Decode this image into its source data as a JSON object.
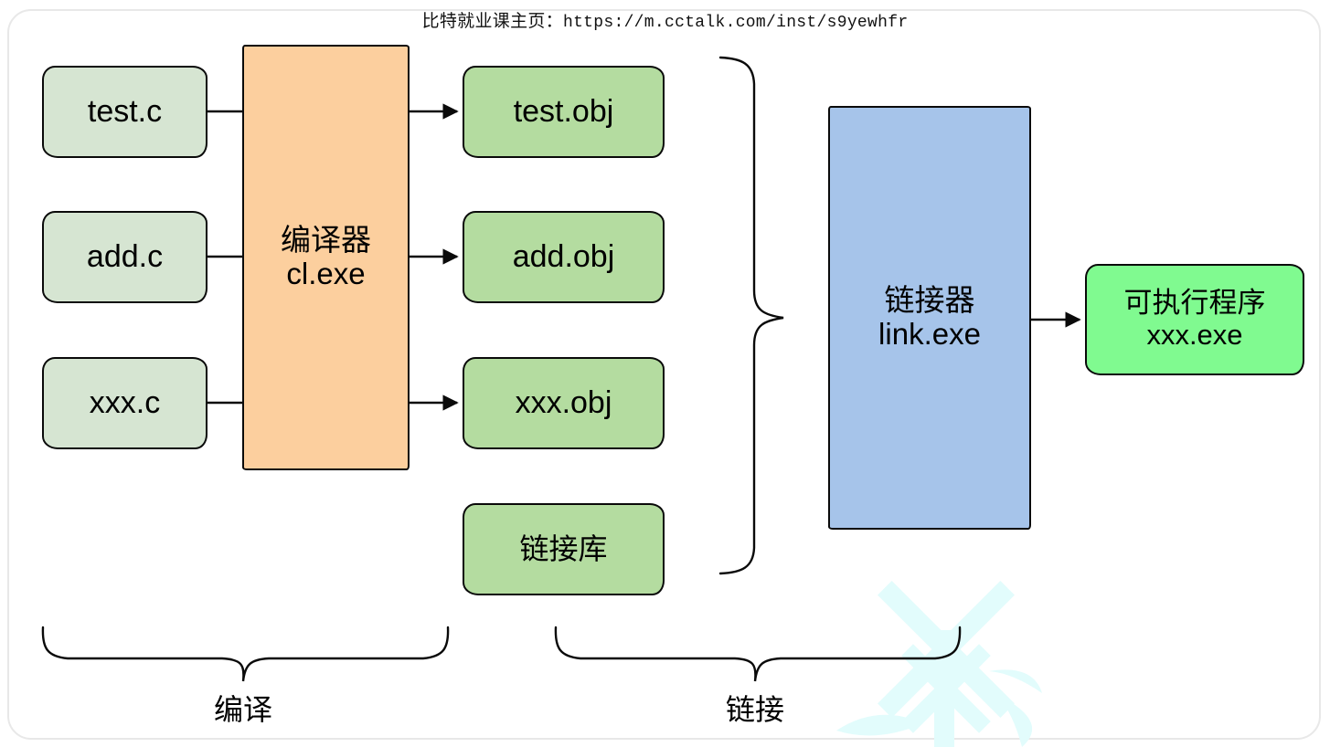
{
  "header": {
    "prefix": "比特就业课主页：",
    "url": "https://m.cctalk.com/inst/s9yewhfr",
    "full": "比特就业课主页：https://m.cctalk.com/inst/s9yewhfr"
  },
  "colors": {
    "source_fill": "#d6e5d2",
    "object_fill": "#b4dca0",
    "compiler_fill": "#fccf9e",
    "linker_fill": "#a6c4ea",
    "executable_fill": "#80fa90",
    "stroke": "#0a0a0a",
    "frame": "#e8e8e8",
    "watermark": "#e0fbfb",
    "background": "#ffffff"
  },
  "nodes": {
    "sources": [
      {
        "id": "test-c",
        "label": "test.c"
      },
      {
        "id": "add-c",
        "label": "add.c"
      },
      {
        "id": "xxx-c",
        "label": "xxx.c"
      }
    ],
    "compiler": {
      "id": "compiler",
      "label": "编译器\ncl.exe",
      "line1": "编译器",
      "line2": "cl.exe"
    },
    "objects": [
      {
        "id": "test-obj",
        "label": "test.obj"
      },
      {
        "id": "add-obj",
        "label": "add.obj"
      },
      {
        "id": "xxx-obj",
        "label": "xxx.obj"
      }
    ],
    "library": {
      "id": "link-library",
      "label": "链接库"
    },
    "linker": {
      "id": "linker",
      "label": "链接器\nlink.exe",
      "line1": "链接器",
      "line2": "link.exe"
    },
    "executable": {
      "id": "executable",
      "label": "可执行程序\nxxx.exe",
      "line1": "可执行程序",
      "line2": "xxx.exe"
    }
  },
  "stage_labels": [
    {
      "id": "compile-stage",
      "label": "编译"
    },
    {
      "id": "link-stage",
      "label": "链接"
    }
  ]
}
